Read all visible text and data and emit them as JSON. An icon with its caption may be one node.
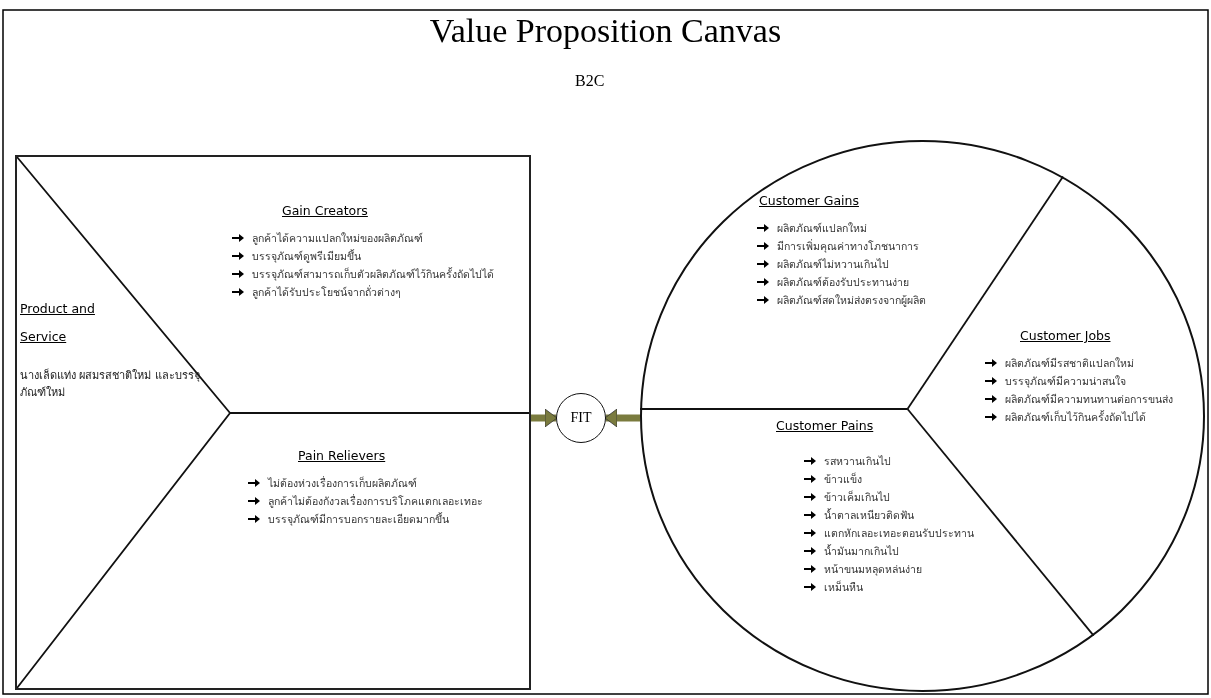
{
  "diagram": {
    "title": "Value Proposition Canvas",
    "nodes": [
      {
        "text": [],
        "shape": "box"
      },
      {
        "text": [
          "Gain Creators",
          "ลูกค้าได้ความแปลกใหม่ของผลิตภัณฑ์",
          "บรรจุภัณฑ์ดูพรีเมียมขึ้น",
          "บรรจุภัณฑ์สามารถเก็บตัวผลิตภัณฑ์ไว้กินครั้งถัดไปได้",
          "ลูกค้าได้รับประโยชน์จากถั่วต่างๆ"
        ],
        "in": 0
      },
      {
        "text": [
          "Product and Service",
          "นางเล็ดแท่ง ผสมรสชาติใหม่ และบรรจุภัณฑ์ใหม่"
        ],
        "in": 0
      },
      {
        "text": [
          "Pain Relievers",
          "ไม่ต้องห่วงเรื่องการเก็บผลิตภัณฑ์",
          "ลูกค้าไม่ต้องกังวลเรื่องการบริโภคแตกเลอะเทอะ",
          "บรรจุภัณฑ์มีการบอกรายละเอียดมากขึ้น"
        ],
        "in": 0
      },
      {
        "text": [
          "FIT"
        ]
      },
      {
        "text": [],
        "shape": "circle"
      },
      {
        "text": [
          "Customer Gains",
          "ผลิตภัณฑ์แปลกใหม่",
          "มีการเพิ่มคุณค่าทางโภชนาการ",
          "ผลิตภัณฑ์ไม่หวานเกินไป",
          "ผลิตภัณฑ์ต้องรับประทานง่าย",
          "ผลิตภัณฑ์สดใหม่ส่งตรงจากผู้ผลิต"
        ],
        "in": 5
      },
      {
        "text": [
          "Customer Jobs",
          "ผลิตภัณฑ์มีรสชาติแปลกใหม่",
          "บรรจุภัณฑ์มีความน่าสนใจ",
          "ผลิตภัณฑ์มีความทนทานต่อการขนส่ง",
          "ผลิตภัณฑ์เก็บไว้กินครั้งถัดไปได้"
        ],
        "in": 5
      },
      {
        "text": [
          "Customer Pains",
          "รสหวานเกินไป",
          "ข้าวแข็ง",
          "ข้าวเค็มเกินไป",
          "น้ำตาลเหนียวติดฟัน",
          "แตกหักเลอะเทอะตอนรับประทาน",
          "น้ำมันมากเกินไป",
          "หน้าขนมหลุดหล่นง่าย",
          "เหม็นหืน"
        ],
        "in": 5
      }
    ],
    "edges": [
      {
        "from": 0,
        "to": 4,
        "arrow": "to"
      },
      {
        "from": 5,
        "to": 4,
        "arrow": "to"
      }
    ],
    "labels": [
      "B2C"
    ]
  }
}
